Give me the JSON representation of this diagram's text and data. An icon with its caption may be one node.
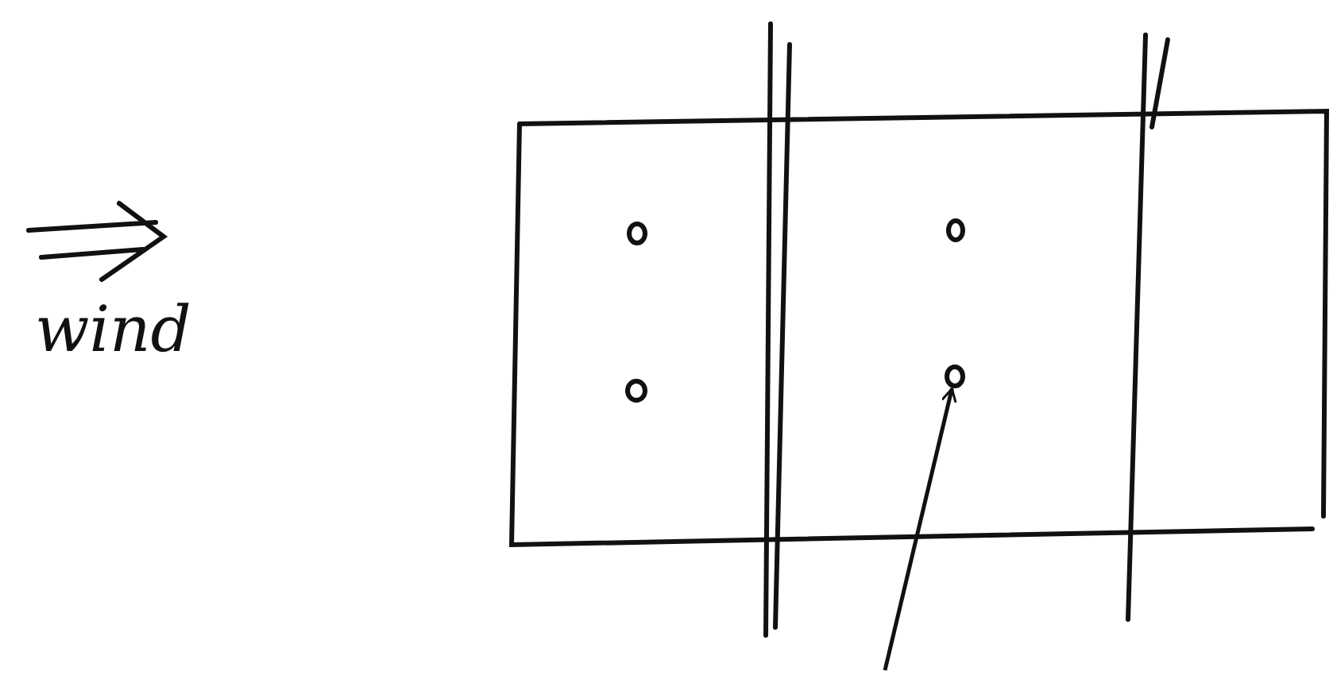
{
  "diagram": {
    "nodes": [
      {
        "text": [],
        "shape": "circle"
      },
      {
        "text": [],
        "shape": "circle"
      },
      {
        "text": [],
        "shape": "circle"
      },
      {
        "text": [],
        "shape": "circle"
      }
    ],
    "edges": [
      {
        "from": null,
        "to": 3,
        "arrow": "to"
      }
    ],
    "labels": [
      "wind"
    ]
  }
}
